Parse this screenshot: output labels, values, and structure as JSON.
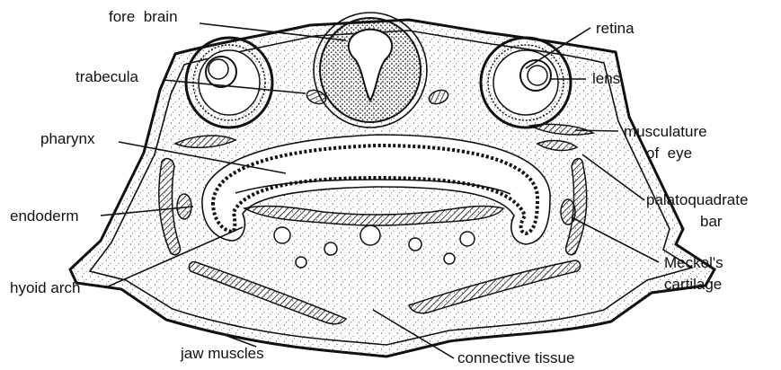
{
  "labels": {
    "fore_brain": "fore  brain",
    "trabecula": "trabecula",
    "pharynx": "pharynx",
    "endoderm": "endoderm",
    "hyoid_arch": "hyoid arch",
    "jaw_muscles": "jaw muscles",
    "connective_tissue": "connective tissue",
    "retina": "retina",
    "lens": "lens",
    "musculature_line1": "musculature",
    "musculature_line2": "of  eye",
    "palatoquadrate_line1": "palatoquadrate",
    "palatoquadrate_line2": "bar",
    "meckels_line1": "Meckel's",
    "meckels_line2": "cartilage"
  }
}
